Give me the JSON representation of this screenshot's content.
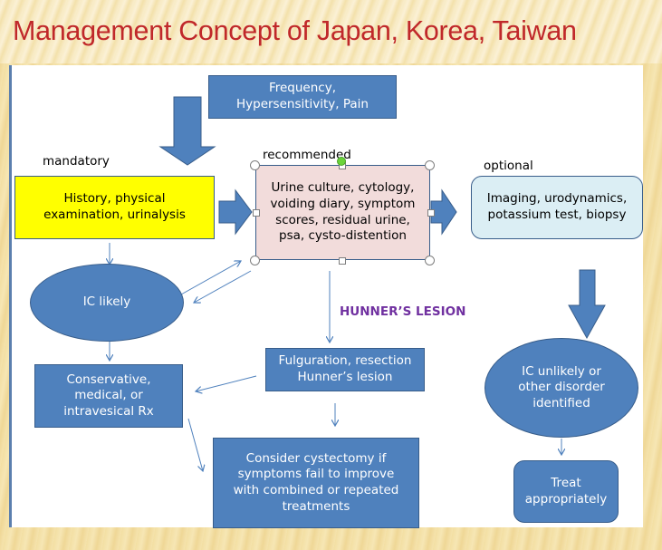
{
  "slide": {
    "title": "Management Concept of Japan, Korea, Taiwan"
  },
  "diagram": {
    "symptoms_box": "Frequency,  Hypersensitivity, Pain",
    "labels": {
      "mandatory": "mandatory",
      "recommended": "recommended",
      "optional": "optional",
      "hunners": "HUNNER’S LESION"
    },
    "mandatory_box": "History, physical examination, urinalysis",
    "recommended_box": "Urine culture, cytology, voiding diary, symptom scores, residual urine, psa, cysto-distention",
    "optional_box": "Imaging, urodynamics, potassium test, biopsy",
    "ic_likely": "IC likely",
    "conservative_box": "Conservative, medical, or intravesical Rx",
    "fulguration_box": "Fulguration, resection Hunner’s lesion",
    "cystectomy_box": "Consider cystectomy  if symptoms fail to improve with combined or repeated treatments",
    "ic_unlikely": "IC unlikely or other disorder identified",
    "treat_box": "Treat appropriately"
  },
  "colors": {
    "title": "#c0282a",
    "shape_blue": "#4f81bd",
    "mandatory_fill": "#ffff00",
    "recommended_fill": "#f2dcdb",
    "optional_fill": "#dbeef4",
    "hunners_text": "#7030a0",
    "handle_green": "#6bd43a"
  }
}
